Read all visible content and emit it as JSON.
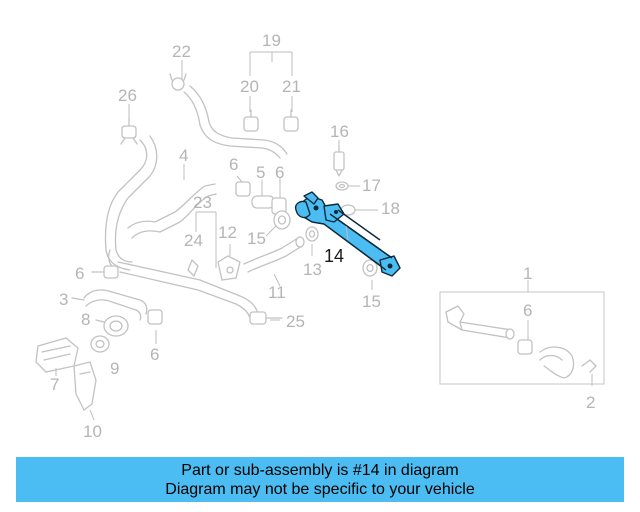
{
  "callouts": {
    "c1": "1",
    "c2": "2",
    "c3": "3",
    "c4": "4",
    "c5": "5",
    "c6": "6",
    "c7": "7",
    "c8": "8",
    "c9": "9",
    "c10": "10",
    "c11": "11",
    "c12": "12",
    "c13": "13",
    "c14": "14",
    "c15": "15",
    "c16": "16",
    "c17": "17",
    "c18": "18",
    "c19": "19",
    "c20": "20",
    "c21": "21",
    "c22": "22",
    "c23": "23",
    "c24": "24",
    "c25": "25",
    "c26": "26"
  },
  "highlight_part": "14",
  "colors": {
    "highlight": "#4bbdf2",
    "banner_bg": "#4bbdf2",
    "line": "#c2c2c2"
  },
  "banner": {
    "line1": "Part or sub-assembly is #14 in diagram",
    "line2": "Diagram may not be specific to your vehicle"
  }
}
